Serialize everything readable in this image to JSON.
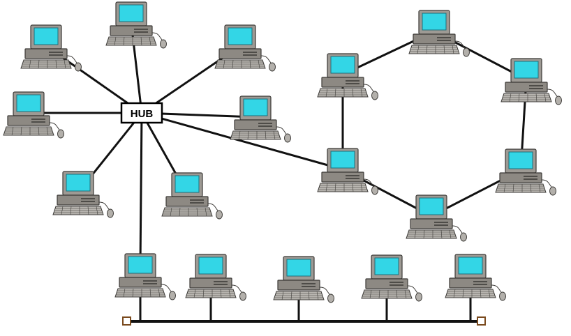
{
  "hub": {
    "label": "HUB"
  },
  "colors": {
    "screen": "#33d6e6",
    "line": "#111111",
    "terminator": "#7a4a1e",
    "background": "#ffffff"
  },
  "topologies": [
    {
      "name": "star",
      "computers": 8,
      "center": "hub"
    },
    {
      "name": "ring",
      "computers": 6
    },
    {
      "name": "bus",
      "computers": 5,
      "terminators": 2
    }
  ],
  "icons": [
    "computer-icon",
    "hub-box",
    "bus-terminator"
  ]
}
